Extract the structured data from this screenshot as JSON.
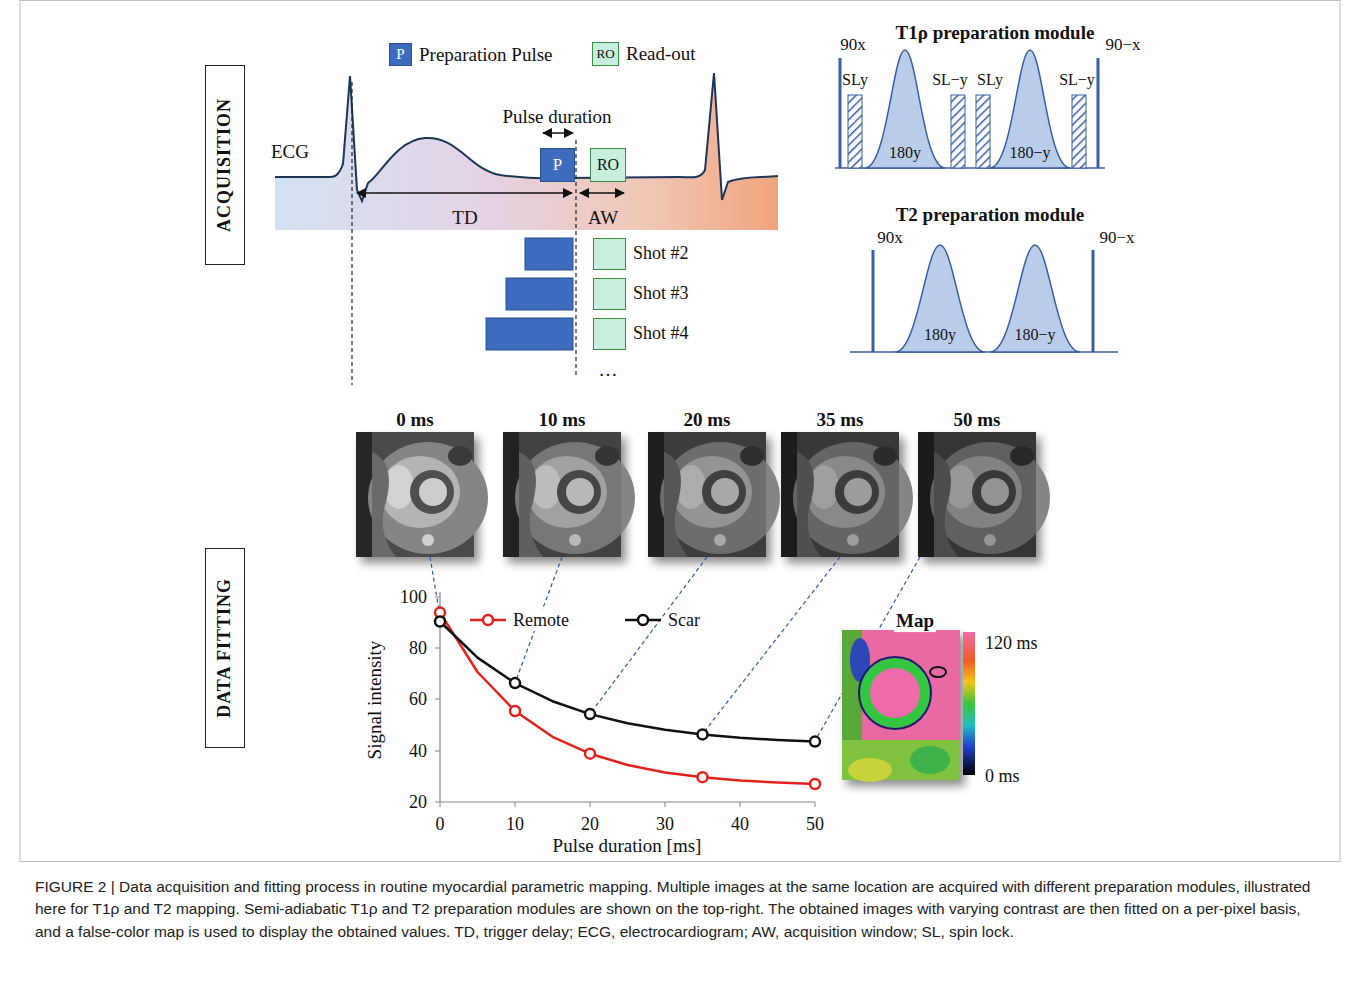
{
  "diagram": {
    "caption": "FIGURE 2 | Data acquisition and fitting process in routine myocardial parametric mapping. Multiple images at the same location are acquired with different preparation modules, illustrated here for T1ρ and T2 mapping. Semi-adiabatic T1ρ and T2 preparation modules are shown on the top-right. The obtained images with varying contrast are then fitted on a per-pixel basis, and a false-color map is used to display the obtained values. TD, trigger delay; ECG, electrocardiogram; AW, acquisition window; SL, spin lock.",
    "nodes": [
      {
        "text": [
          "ACQUISITION"
        ]
      },
      {
        "text": [
          "P",
          "Preparation Pulse"
        ]
      },
      {
        "text": [
          "RO",
          "Read-out"
        ]
      },
      {
        "text": [
          "P"
        ]
      },
      {
        "text": [
          "RO"
        ]
      },
      {
        "text": [
          "Shot #2"
        ]
      },
      {
        "text": [
          "Shot #3"
        ]
      },
      {
        "text": [
          "Shot #4"
        ]
      },
      {
        "text": [
          "DATA FITTING"
        ]
      }
    ],
    "labels": [
      "ECG",
      "Pulse duration",
      "TD",
      "AW",
      "…",
      "T1ρ preparation module",
      "90x",
      "SLy",
      "180y",
      "SL−y",
      "SLy",
      "180−y",
      "SL−y",
      "90−x",
      "T2 preparation module",
      "90x",
      "180y",
      "180−y",
      "90−x",
      "0 ms",
      "10 ms",
      "20 ms",
      "35 ms",
      "50 ms",
      "100",
      "80",
      "60",
      "40",
      "20",
      "0",
      "10",
      "20",
      "30",
      "40",
      "50",
      "Signal intensity",
      "Pulse duration [ms]",
      "Map",
      "120 ms",
      "0 ms"
    ],
    "legend": [
      {
        "text": "Remote"
      },
      {
        "text": "Scar"
      }
    ]
  }
}
